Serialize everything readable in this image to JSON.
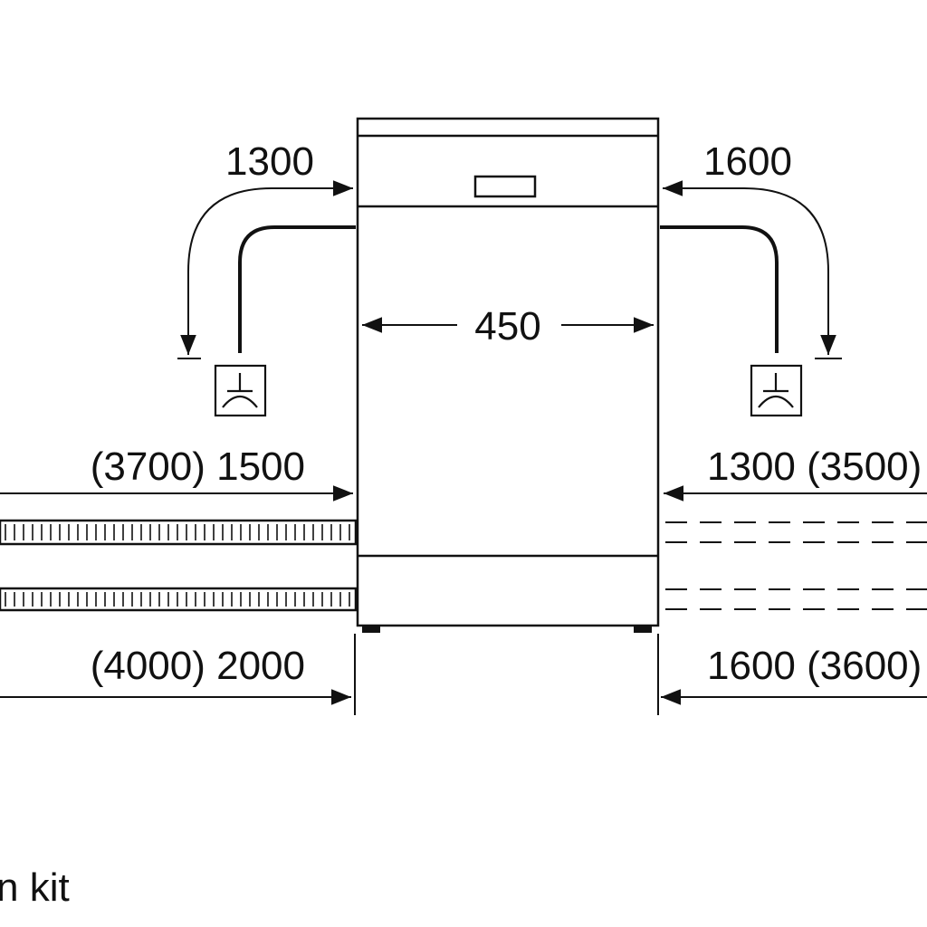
{
  "dimensions": {
    "drain_left": "1300",
    "drain_right": "1600",
    "appliance_width": "450",
    "inlet_left": "(3700) 1500",
    "inlet_right": "1300 (3500)",
    "drain_hose_left": "(4000) 2000",
    "drain_hose_right": "1600 (3600)"
  },
  "caption": "n kit",
  "colors": {
    "line": "#111111",
    "background": "#ffffff"
  },
  "icons": {
    "left_outlet": "drain-outlet-icon",
    "right_outlet": "drain-outlet-icon"
  }
}
